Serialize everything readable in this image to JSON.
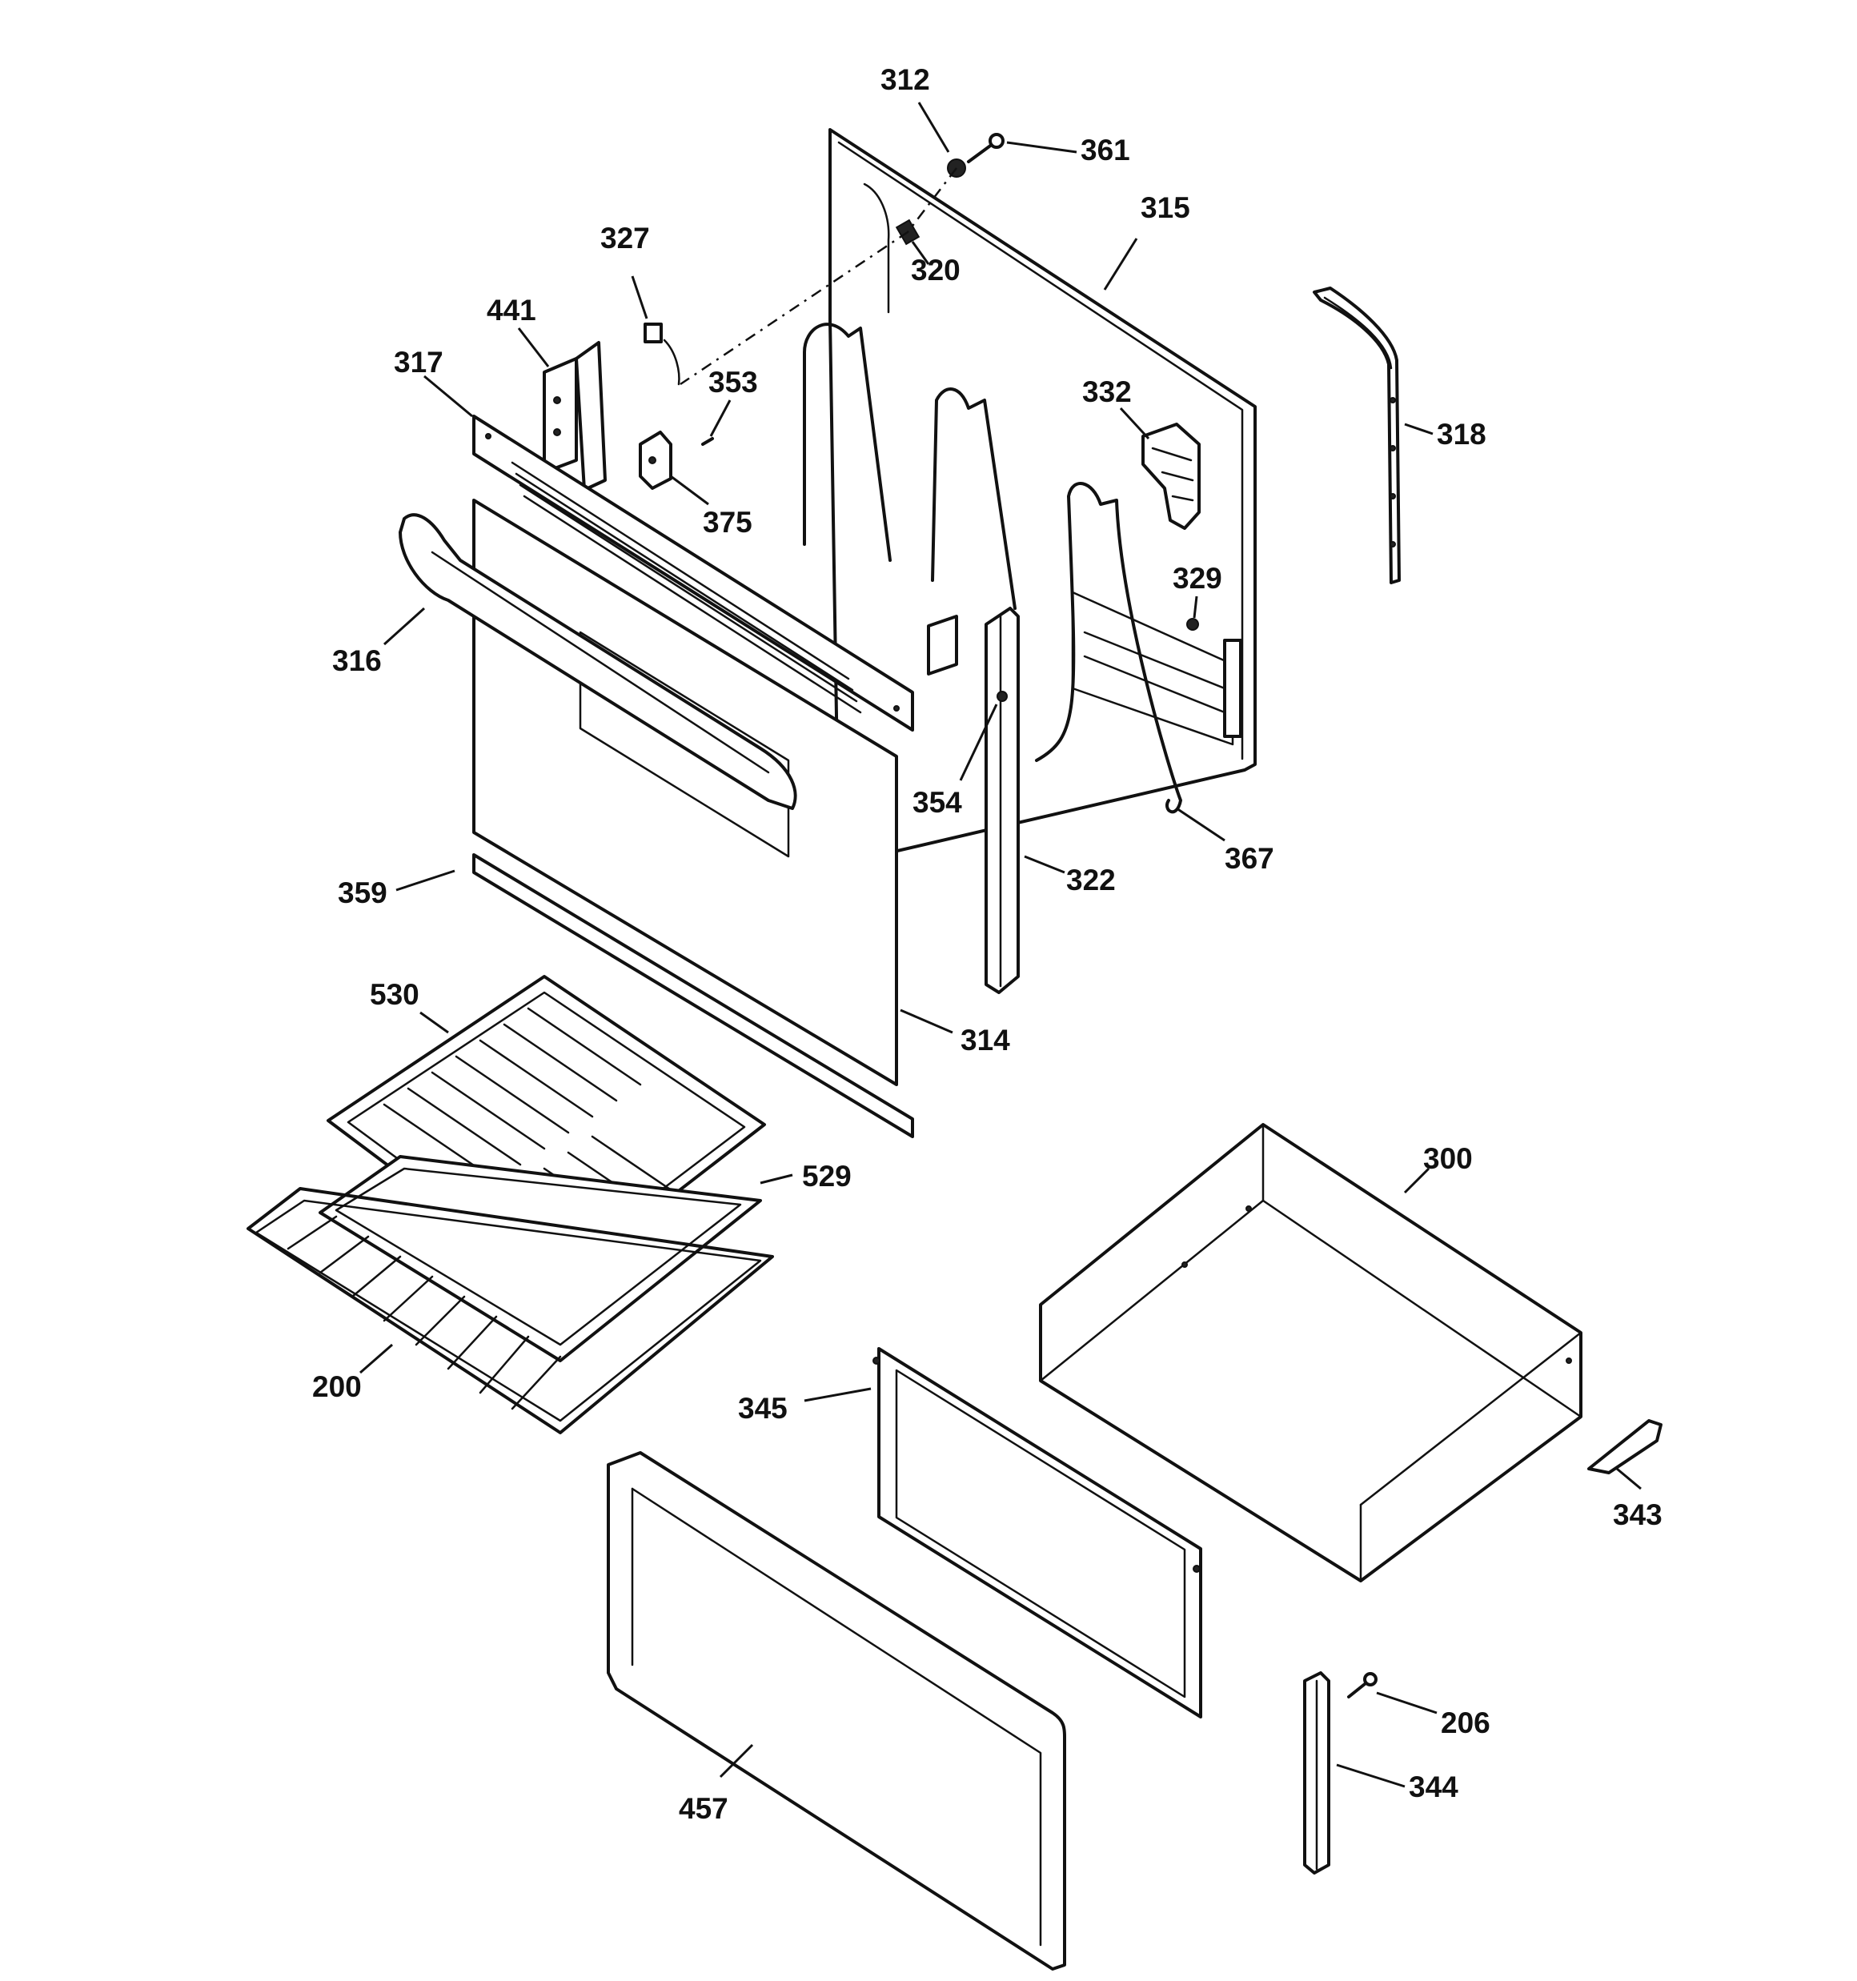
{
  "diagram": {
    "callouts": [
      {
        "id": "312",
        "label": "312"
      },
      {
        "id": "361",
        "label": "361"
      },
      {
        "id": "315",
        "label": "315"
      },
      {
        "id": "327",
        "label": "327"
      },
      {
        "id": "320",
        "label": "320"
      },
      {
        "id": "441",
        "label": "441"
      },
      {
        "id": "317",
        "label": "317"
      },
      {
        "id": "353",
        "label": "353"
      },
      {
        "id": "332",
        "label": "332"
      },
      {
        "id": "318",
        "label": "318"
      },
      {
        "id": "375",
        "label": "375"
      },
      {
        "id": "329",
        "label": "329"
      },
      {
        "id": "316",
        "label": "316"
      },
      {
        "id": "354",
        "label": "354"
      },
      {
        "id": "367",
        "label": "367"
      },
      {
        "id": "322",
        "label": "322"
      },
      {
        "id": "359",
        "label": "359"
      },
      {
        "id": "530",
        "label": "530"
      },
      {
        "id": "314",
        "label": "314"
      },
      {
        "id": "300",
        "label": "300"
      },
      {
        "id": "529",
        "label": "529"
      },
      {
        "id": "200",
        "label": "200"
      },
      {
        "id": "345",
        "label": "345"
      },
      {
        "id": "343",
        "label": "343"
      },
      {
        "id": "206",
        "label": "206"
      },
      {
        "id": "344",
        "label": "344"
      },
      {
        "id": "457",
        "label": "457"
      }
    ]
  }
}
